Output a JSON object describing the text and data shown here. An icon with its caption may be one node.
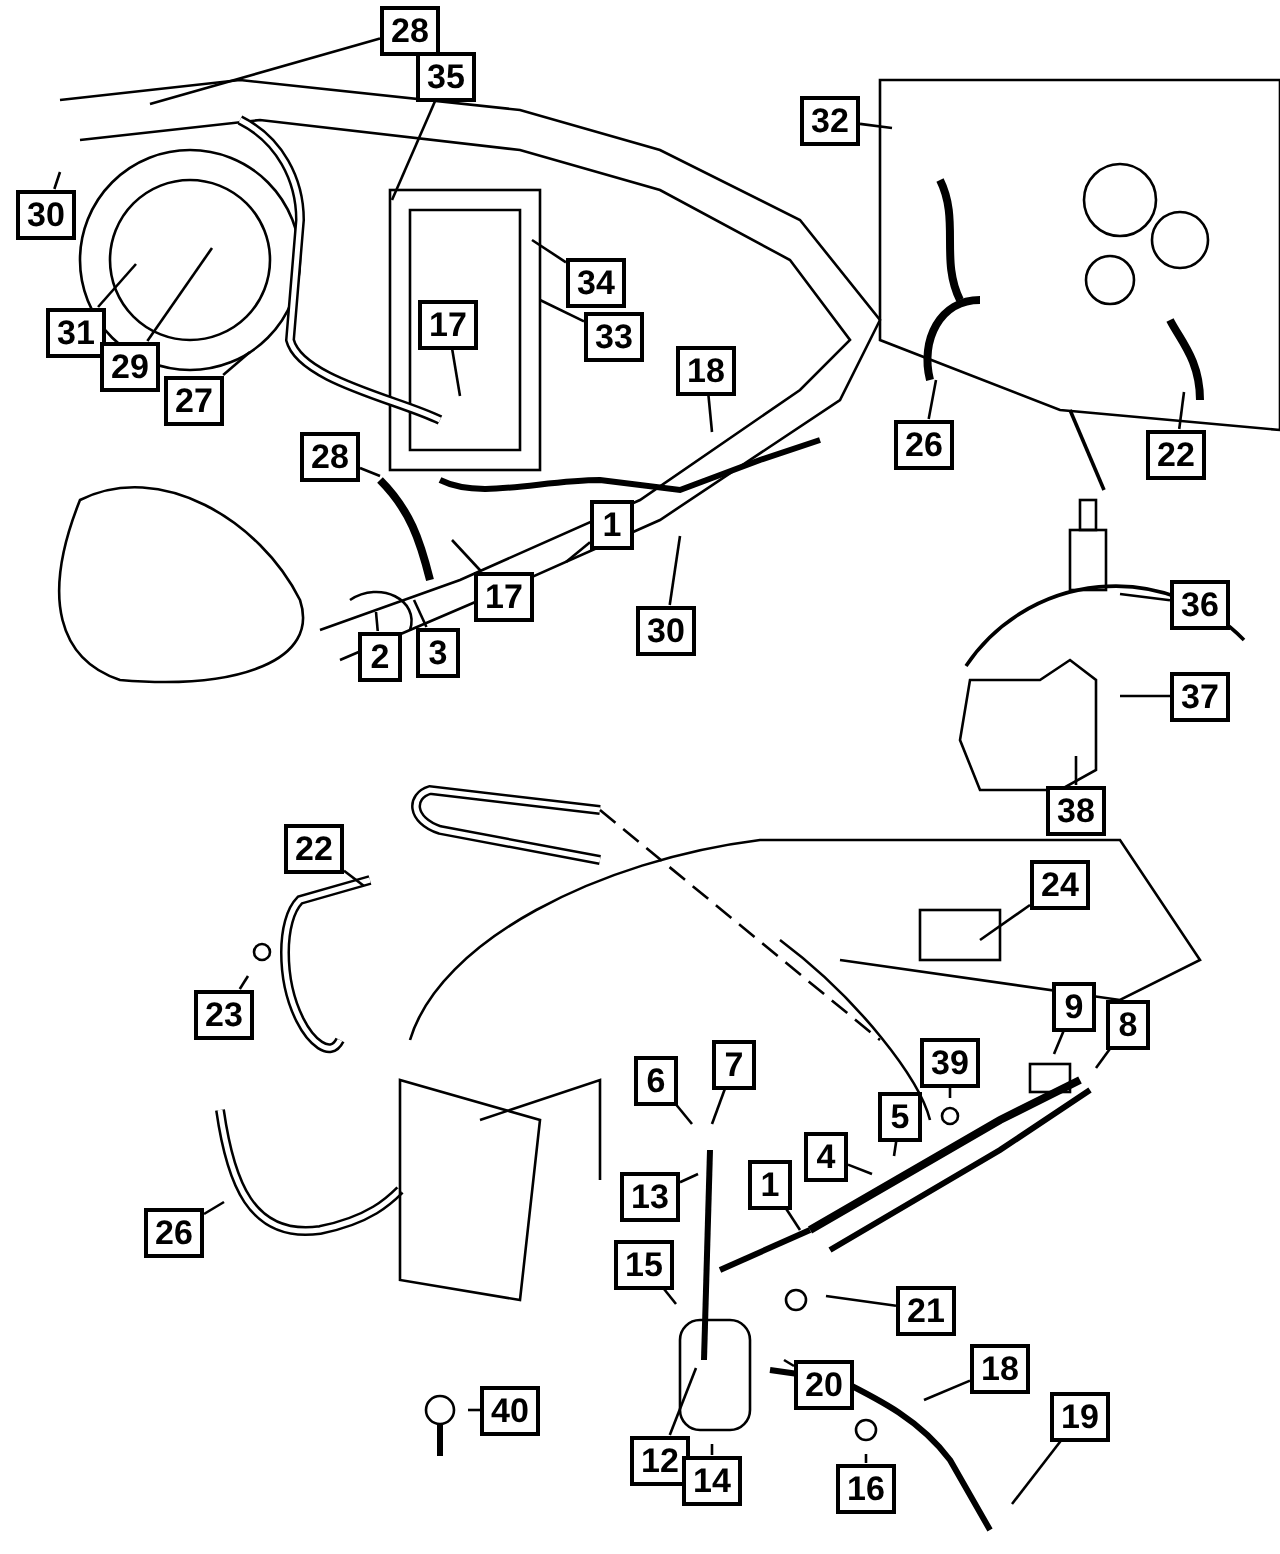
{
  "diagram": {
    "nodes": [
      {
        "text": [
          "28"
        ]
      },
      {
        "text": [
          "35"
        ]
      },
      {
        "text": [
          "32"
        ]
      },
      {
        "text": [
          "30"
        ]
      },
      {
        "text": [
          "31"
        ]
      },
      {
        "text": [
          "29"
        ]
      },
      {
        "text": [
          "27"
        ]
      },
      {
        "text": [
          "17"
        ]
      },
      {
        "text": [
          "34"
        ]
      },
      {
        "text": [
          "33"
        ]
      },
      {
        "text": [
          "18"
        ]
      },
      {
        "text": [
          "28"
        ]
      },
      {
        "text": [
          "1"
        ]
      },
      {
        "text": [
          "17"
        ]
      },
      {
        "text": [
          "2"
        ]
      },
      {
        "text": [
          "3"
        ]
      },
      {
        "text": [
          "30"
        ]
      },
      {
        "text": [
          "26"
        ]
      },
      {
        "text": [
          "22"
        ]
      },
      {
        "text": [
          "36"
        ]
      },
      {
        "text": [
          "37"
        ]
      },
      {
        "text": [
          "38"
        ]
      },
      {
        "text": [
          "22"
        ]
      },
      {
        "text": [
          "24"
        ]
      },
      {
        "text": [
          "23"
        ]
      },
      {
        "text": [
          "9"
        ]
      },
      {
        "text": [
          "8"
        ]
      },
      {
        "text": [
          "39"
        ]
      },
      {
        "text": [
          "6"
        ]
      },
      {
        "text": [
          "7"
        ]
      },
      {
        "text": [
          "5"
        ]
      },
      {
        "text": [
          "4"
        ]
      },
      {
        "text": [
          "1"
        ]
      },
      {
        "text": [
          "13"
        ]
      },
      {
        "text": [
          "26"
        ]
      },
      {
        "text": [
          "15"
        ]
      },
      {
        "text": [
          "21"
        ]
      },
      {
        "text": [
          "20"
        ]
      },
      {
        "text": [
          "18"
        ]
      },
      {
        "text": [
          "19"
        ]
      },
      {
        "text": [
          "40"
        ]
      },
      {
        "text": [
          "12"
        ]
      },
      {
        "text": [
          "14"
        ]
      },
      {
        "text": [
          "16"
        ]
      }
    ],
    "edges": [
      {
        "from": 0,
        "to": null,
        "arrow": "none"
      },
      {
        "from": 1,
        "to": null,
        "arrow": "none"
      },
      {
        "from": 2,
        "to": null,
        "arrow": "none"
      },
      {
        "from": 3,
        "to": null,
        "arrow": "none"
      },
      {
        "from": 4,
        "to": null,
        "arrow": "none"
      },
      {
        "from": 5,
        "to": null,
        "arrow": "none"
      },
      {
        "from": 6,
        "to": null,
        "arrow": "none"
      },
      {
        "from": 7,
        "to": null,
        "arrow": "none"
      },
      {
        "from": 8,
        "to": null,
        "arrow": "none"
      },
      {
        "from": 9,
        "to": null,
        "arrow": "none"
      },
      {
        "from": 10,
        "to": null,
        "arrow": "none"
      },
      {
        "from": 11,
        "to": null,
        "arrow": "none"
      },
      {
        "from": 12,
        "to": null,
        "arrow": "none"
      },
      {
        "from": 13,
        "to": null,
        "arrow": "none"
      },
      {
        "from": 14,
        "to": null,
        "arrow": "none"
      },
      {
        "from": 15,
        "to": null,
        "arrow": "none"
      },
      {
        "from": 16,
        "to": null,
        "arrow": "none"
      },
      {
        "from": 17,
        "to": null,
        "arrow": "none"
      },
      {
        "from": 18,
        "to": null,
        "arrow": "none"
      },
      {
        "from": 19,
        "to": null,
        "arrow": "none"
      },
      {
        "from": 20,
        "to": null,
        "arrow": "none"
      },
      {
        "from": 21,
        "to": null,
        "arrow": "none"
      },
      {
        "from": 22,
        "to": null,
        "arrow": "none"
      },
      {
        "from": 23,
        "to": null,
        "arrow": "none"
      },
      {
        "from": 24,
        "to": null,
        "arrow": "none"
      },
      {
        "from": 25,
        "to": null,
        "arrow": "none"
      },
      {
        "from": 26,
        "to": null,
        "arrow": "none"
      },
      {
        "from": 27,
        "to": null,
        "arrow": "none"
      },
      {
        "from": 28,
        "to": null,
        "arrow": "none"
      },
      {
        "from": 29,
        "to": null,
        "arrow": "none"
      },
      {
        "from": 30,
        "to": null,
        "arrow": "none"
      },
      {
        "from": 31,
        "to": null,
        "arrow": "none"
      },
      {
        "from": 32,
        "to": null,
        "arrow": "none"
      },
      {
        "from": 33,
        "to": null,
        "arrow": "none"
      },
      {
        "from": 34,
        "to": null,
        "arrow": "none"
      },
      {
        "from": 35,
        "to": null,
        "arrow": "none"
      },
      {
        "from": 36,
        "to": null,
        "arrow": "none"
      },
      {
        "from": 37,
        "to": null,
        "arrow": "none"
      },
      {
        "from": 38,
        "to": null,
        "arrow": "none"
      },
      {
        "from": 39,
        "to": null,
        "arrow": "none"
      },
      {
        "from": 40,
        "to": null,
        "arrow": "none"
      },
      {
        "from": 41,
        "to": null,
        "arrow": "none"
      },
      {
        "from": 42,
        "to": null,
        "arrow": "none"
      },
      {
        "from": 43,
        "to": null,
        "arrow": "none"
      }
    ]
  }
}
